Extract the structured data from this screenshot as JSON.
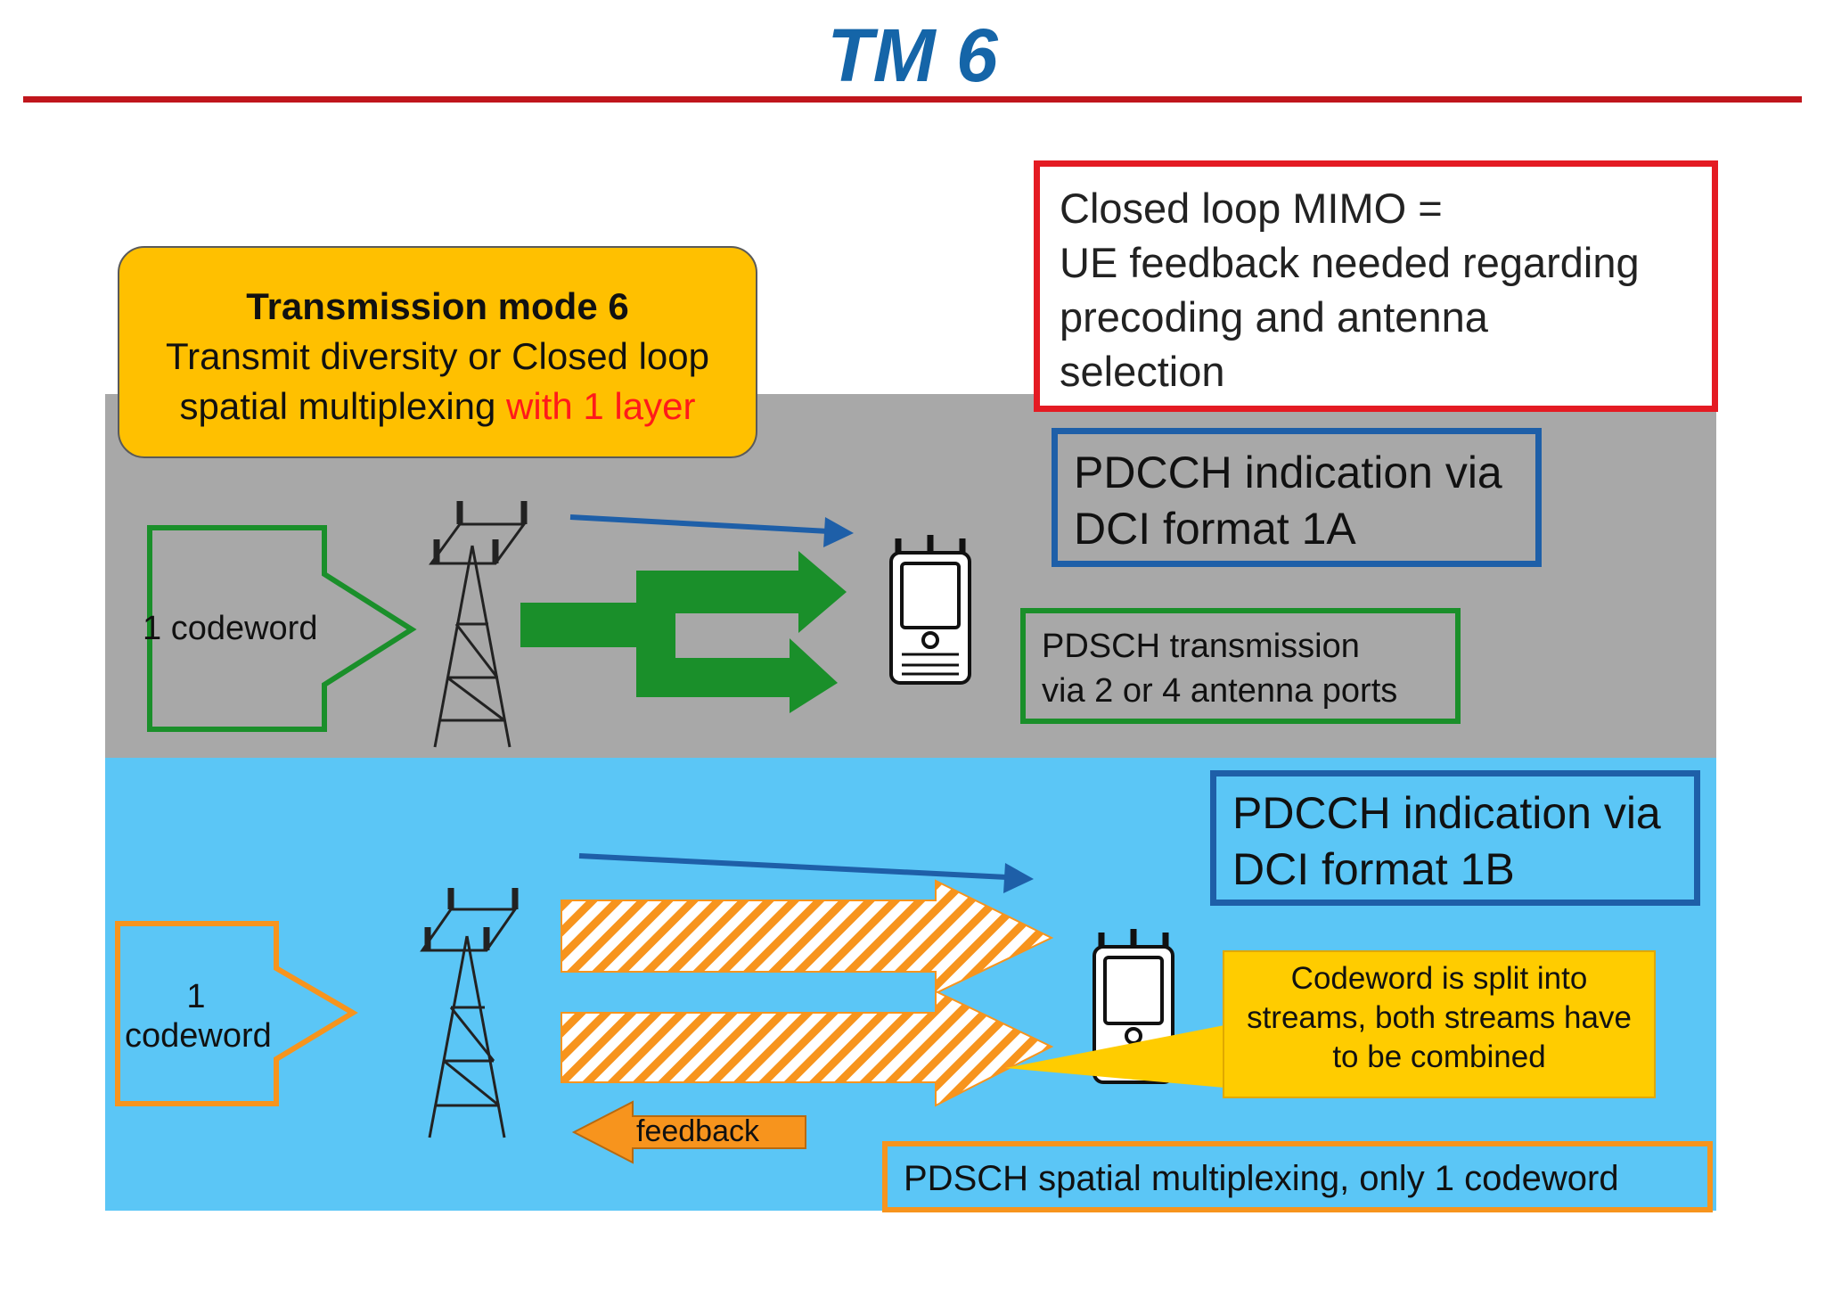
{
  "title": "TM 6",
  "tm_box": {
    "line1": "Transmission mode 6",
    "line2": "Transmit diversity or Closed loop",
    "line3a": "spatial multiplexing ",
    "line3b": "with 1 layer"
  },
  "mimo_box": {
    "line1": "Closed loop MIMO =",
    "line2": "UE feedback needed regarding",
    "line3": "precoding and antenna",
    "line4": "selection"
  },
  "pdcch_a": {
    "line1": "PDCCH indication via",
    "line2": "DCI format 1A"
  },
  "pdcch_b": {
    "line1": "PDCCH indication via",
    "line2": "DCI format 1B"
  },
  "pdsch_tx": {
    "line1": "PDSCH transmission",
    "line2": "via 2  or 4 antenna ports"
  },
  "split_box": {
    "line1": "Codeword is split into",
    "line2": "streams, both streams have",
    "line3": "to be combined"
  },
  "pdsch_sm": "PDSCH spatial multiplexing, only 1 codeword",
  "codeword_top": "1 codeword",
  "codeword_bottom": {
    "line1": "1",
    "line2": "codeword"
  },
  "feedback": "feedback",
  "colors": {
    "title": "#1565a8",
    "rule": "#c0161c",
    "gray_band": "#a8a8a8",
    "blue_band": "#5bc6f6",
    "green": "#1a8f2a",
    "orange": "#f7941d",
    "yellow": "#ffc000",
    "red_border": "#e41b23",
    "blue_border": "#1e5fa8"
  },
  "icons": [
    "antenna-tower-icon",
    "mobile-phone-icon",
    "arrow-icon"
  ]
}
